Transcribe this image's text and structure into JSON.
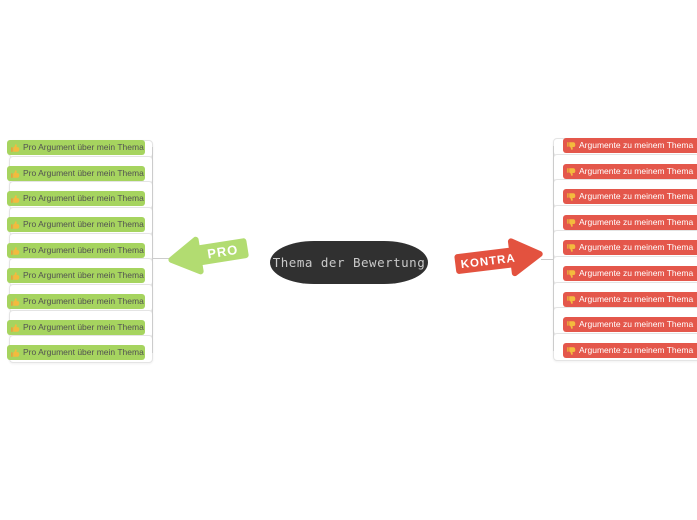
{
  "colors": {
    "background": "#ffffff",
    "pro-green": "#a6d45f",
    "pro-arrow-green": "#b2dc71",
    "pro-text": "#525252",
    "kontra-red": "#e4574b",
    "kontra-arrow-red": "#e3523f",
    "kontra-text": "#ffffff",
    "node-dark": "#303030",
    "node-text": "#c9c9c9",
    "line-gray": "#cccccc",
    "card-border": "#e4e4e4",
    "icon-yellow": "#f3ba3e",
    "icon-cuff": "#e8a33d"
  },
  "center": {
    "label": "Thema der Bewertung"
  },
  "pro": {
    "arrow_label": "PRO",
    "items": [
      {
        "icon": "thumbs-up-icon",
        "label": "Pro Argument über mein Thema"
      },
      {
        "icon": "thumbs-up-icon",
        "label": "Pro Argument über mein Thema"
      },
      {
        "icon": "thumbs-up-icon",
        "label": "Pro Argument über mein Thema"
      },
      {
        "icon": "thumbs-up-icon",
        "label": "Pro Argument über mein Thema"
      },
      {
        "icon": "thumbs-up-icon",
        "label": "Pro Argument über mein Thema"
      },
      {
        "icon": "thumbs-up-icon",
        "label": "Pro Argument über mein Thema"
      },
      {
        "icon": "thumbs-up-icon",
        "label": "Pro Argument über mein Thema"
      },
      {
        "icon": "thumbs-up-icon",
        "label": "Pro Argument über mein Thema"
      },
      {
        "icon": "thumbs-up-icon",
        "label": "Pro Argument über mein Thema"
      }
    ]
  },
  "kontra": {
    "arrow_label": "KONTRA",
    "items": [
      {
        "icon": "thumbs-down-icon",
        "label": "Argumente zu meinem Thema"
      },
      {
        "icon": "thumbs-down-icon",
        "label": "Argumente zu meinem Thema"
      },
      {
        "icon": "thumbs-down-icon",
        "label": "Argumente zu meinem Thema"
      },
      {
        "icon": "thumbs-down-icon",
        "label": "Argumente zu meinem Thema"
      },
      {
        "icon": "thumbs-down-icon",
        "label": "Argumente zu meinem Thema"
      },
      {
        "icon": "thumbs-down-icon",
        "label": "Argumente zu meinem Thema"
      },
      {
        "icon": "thumbs-down-icon",
        "label": "Argumente zu meinem Thema"
      },
      {
        "icon": "thumbs-down-icon",
        "label": "Argumente zu meinem Thema"
      },
      {
        "icon": "thumbs-down-icon",
        "label": "Argumente zu meinem Thema"
      }
    ]
  }
}
